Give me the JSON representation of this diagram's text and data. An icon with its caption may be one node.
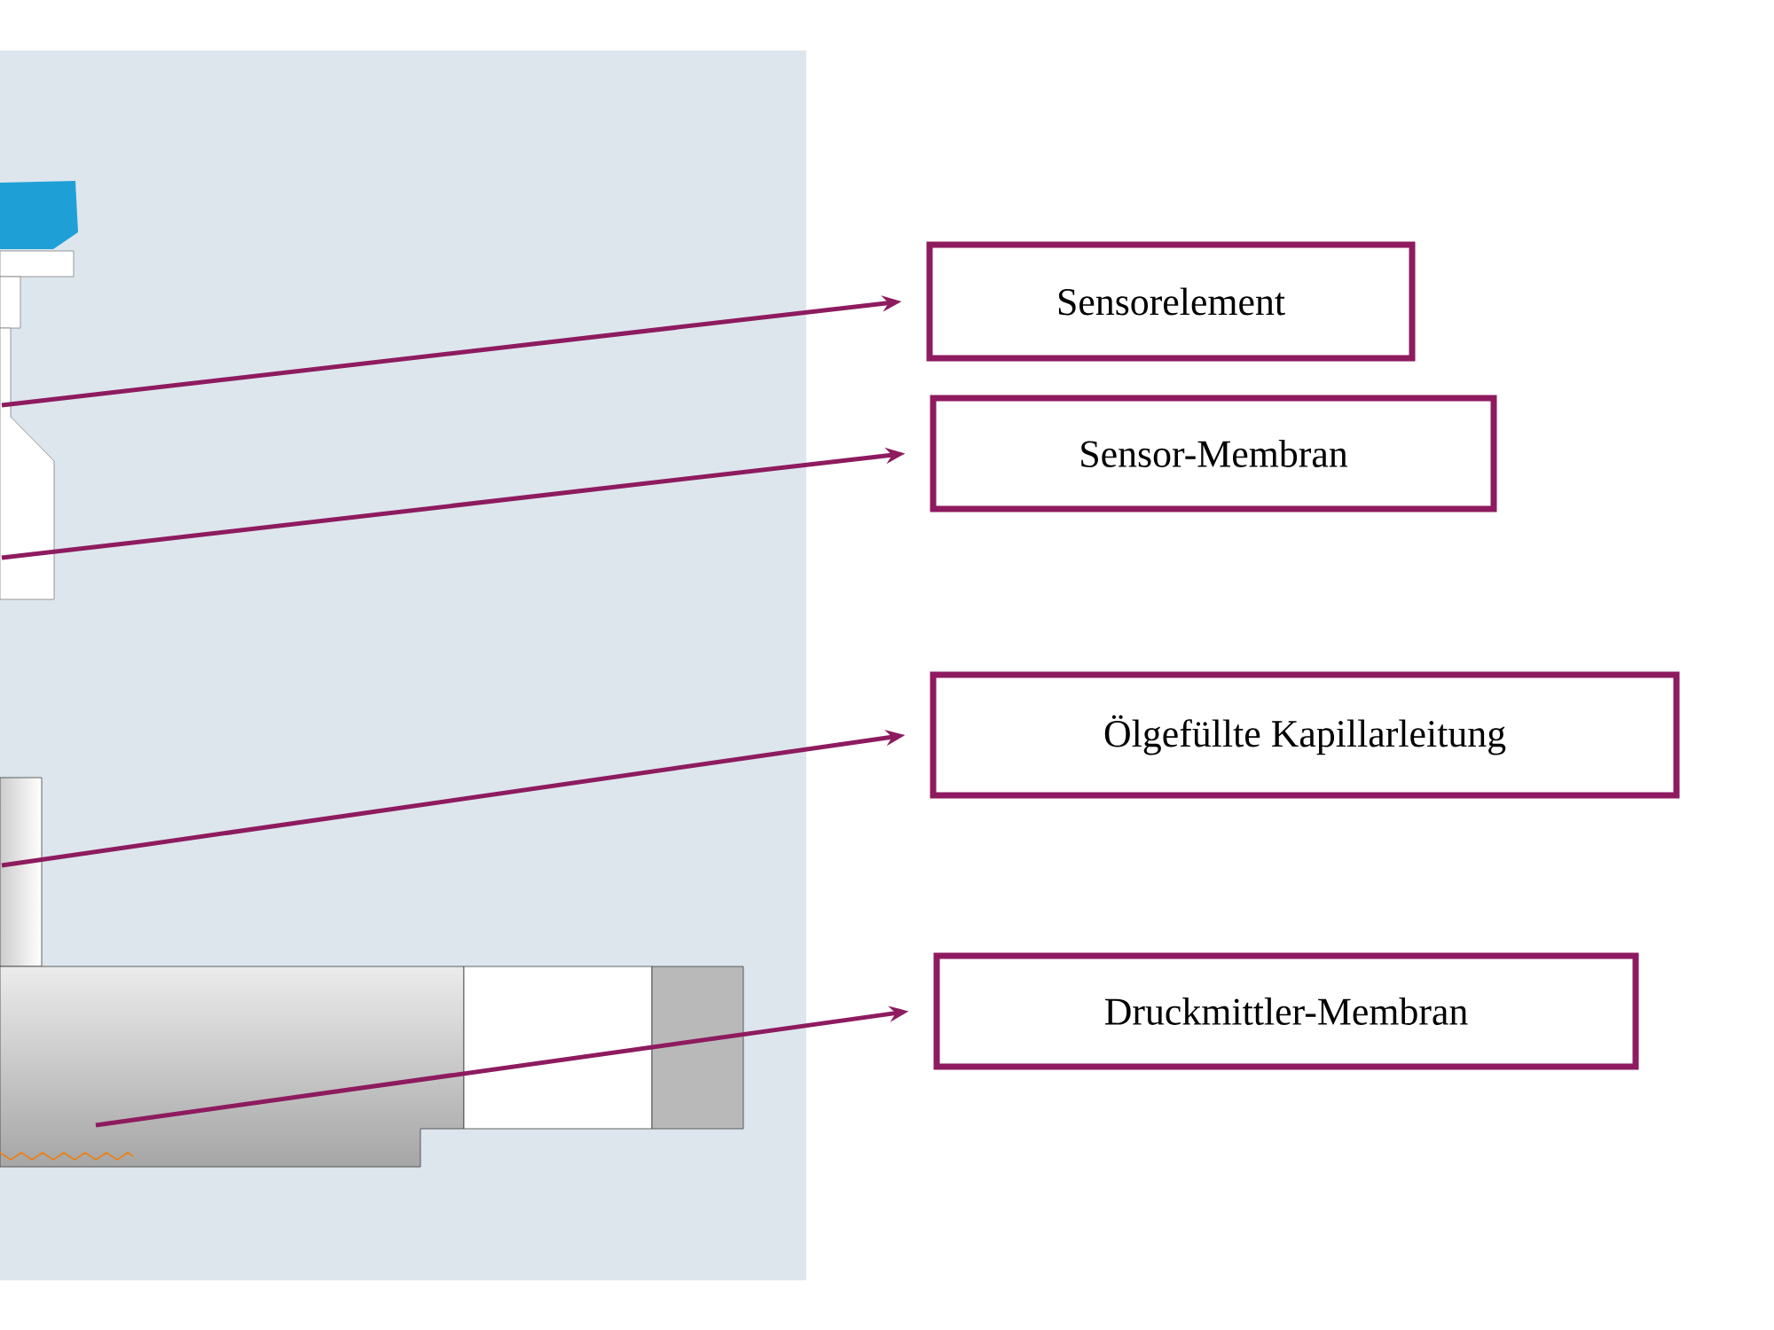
{
  "diagram": {
    "nodes": [
      {
        "text": [
          "Sensorelement"
        ]
      },
      {
        "text": [
          "Sensor-Membran"
        ]
      },
      {
        "text": [
          "Ölgefüllte Kapillarleitung"
        ]
      },
      {
        "text": [
          "Druckmittler-Membran"
        ]
      }
    ],
    "edges": [
      {
        "from": null,
        "to": 0,
        "arrow": "to"
      },
      {
        "from": null,
        "to": 1,
        "arrow": "to"
      },
      {
        "from": null,
        "to": 2,
        "arrow": "to"
      },
      {
        "from": null,
        "to": 3,
        "arrow": "to"
      }
    ]
  }
}
